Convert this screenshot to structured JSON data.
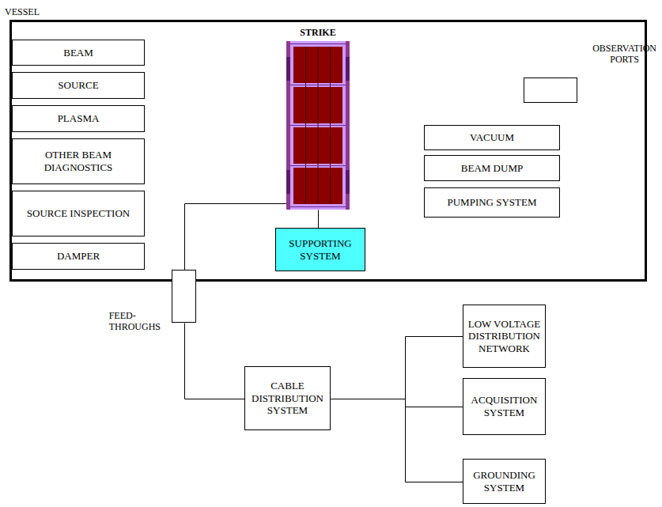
{
  "diagram": {
    "nodes": [
      {
        "text": [
          "VESSEL"
        ]
      },
      {
        "text": [
          "BEAM"
        ],
        "in": 0
      },
      {
        "text": [
          "SOURCE"
        ],
        "in": 0
      },
      {
        "text": [
          "PLASMA"
        ],
        "in": 0
      },
      {
        "text": [
          "OTHER BEAM DIAGNOSTICS"
        ],
        "in": 0
      },
      {
        "text": [
          "SOURCE INSPECTION"
        ],
        "in": 0
      },
      {
        "text": [
          "DAMPER"
        ],
        "in": 0
      },
      {
        "text": [
          "STRIKE"
        ],
        "in": 0
      },
      {
        "text": [
          "SUPPORTING SYSTEM"
        ],
        "in": 0
      },
      {
        "text": [
          "OBSERVATION PORTS"
        ],
        "in": 0
      },
      {
        "text": [
          "VACUUM"
        ],
        "in": 0
      },
      {
        "text": [
          "BEAM DUMP"
        ],
        "in": 0
      },
      {
        "text": [
          "PUMPING SYSTEM"
        ],
        "in": 0
      },
      {
        "text": [
          "FEED- THROUGHS"
        ]
      },
      {
        "text": [
          "CABLE DISTRIBUTION SYSTEM"
        ]
      },
      {
        "text": [
          "LOW VOLTAGE DISTRIBUTION NETWORK"
        ]
      },
      {
        "text": [
          "ACQUISITION SYSTEM"
        ]
      },
      {
        "text": [
          "GROUNDING SYSTEM"
        ]
      }
    ],
    "edges": [
      {
        "from": 7,
        "to": 13,
        "arrow": "none"
      },
      {
        "from": 7,
        "to": 8,
        "arrow": "none"
      },
      {
        "from": 13,
        "to": 14,
        "arrow": "none"
      },
      {
        "from": 14,
        "to": 15,
        "arrow": "none"
      },
      {
        "from": 14,
        "to": 16,
        "arrow": "none"
      },
      {
        "from": 14,
        "to": 17,
        "arrow": "none"
      }
    ]
  }
}
